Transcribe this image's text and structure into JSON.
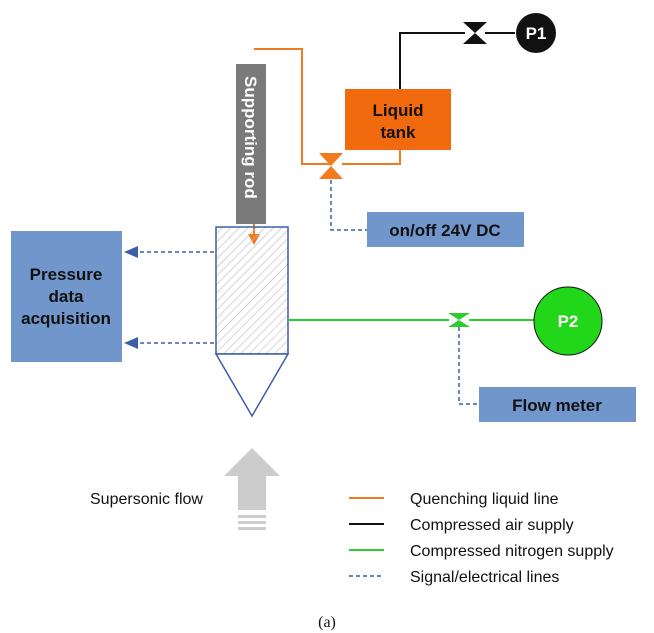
{
  "labels": {
    "supporting_rod": "Supporting rod",
    "liquid_tank_line1": "Liquid",
    "liquid_tank_line2": "tank",
    "p1": "P1",
    "p2": "P2",
    "onoff": "on/off 24V DC",
    "pressure_line1": "Pressure",
    "pressure_line2": "data",
    "pressure_line3": "acquisition",
    "flow_meter": "Flow meter",
    "supersonic_flow": "Supersonic flow",
    "caption": "(a)"
  },
  "legend": [
    {
      "label": "Quenching liquid line",
      "color": "#f47a20",
      "style": "solid"
    },
    {
      "label": "Compressed air supply",
      "color": "#111111",
      "style": "solid"
    },
    {
      "label": "Compressed nitrogen supply",
      "color": "#2ecc2e",
      "style": "solid"
    },
    {
      "label": "Signal/electrical lines",
      "color": "#3b5ea8",
      "style": "dashed"
    }
  ],
  "colors": {
    "quench": "#f47a20",
    "air": "#111111",
    "nitrogen": "#2ecc2e",
    "signal": "#3b5ea8",
    "box_blue": "#7196cc",
    "tank_orange": "#f26a0e",
    "rod_gray": "#7a7a7a",
    "p2_green": "#22d61a"
  }
}
